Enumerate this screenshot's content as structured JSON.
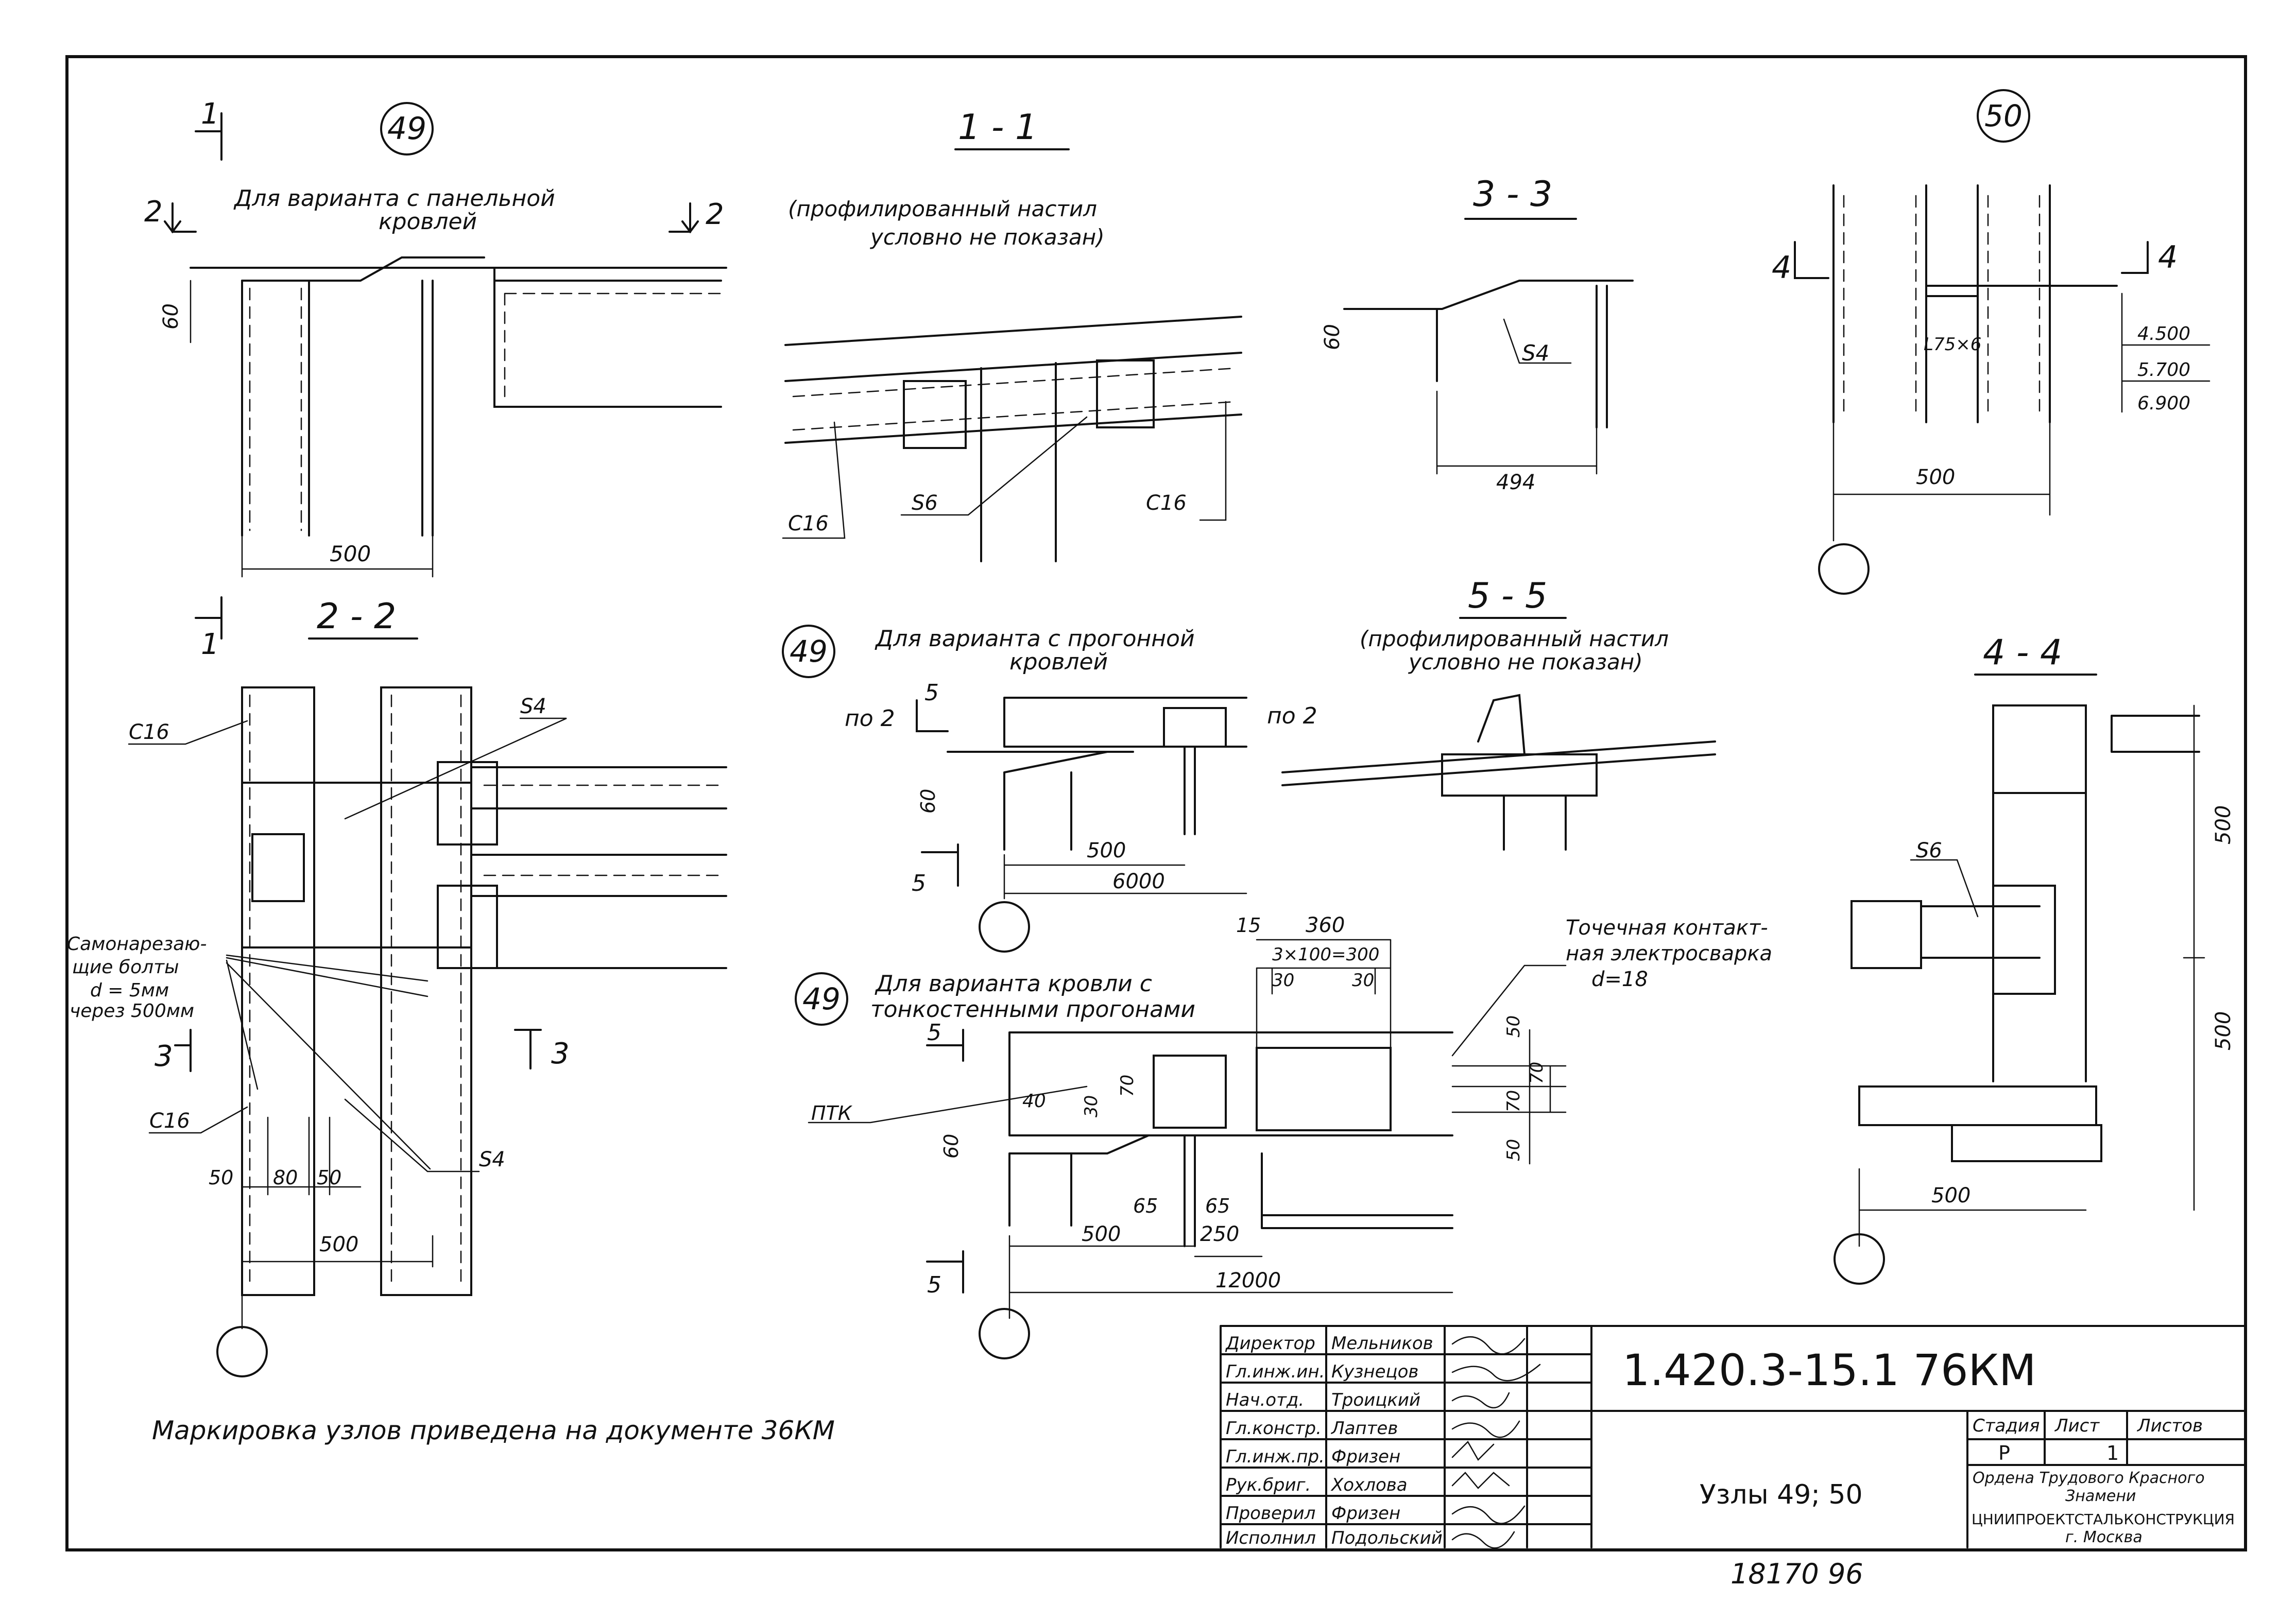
{
  "sheet": {
    "doc_code": "1.420.3-15.1  76КМ",
    "sheet_title": "Узлы 49; 50",
    "stage_header": "Стадия",
    "sheet_header": "Лист",
    "sheets_header": "Листов",
    "stage": "Р",
    "sheet_no": "1",
    "org_line1": "Ордена Трудового Красного",
    "org_line2": "Знамени",
    "org_name": "ЦНИИПРОЕКТСТАЛЬКОНСТРУКЦИЯ",
    "org_city": "г. Москва",
    "inventory_no": "18170   96",
    "footer_note": "Маркировка   узлов  приведена  на  документе  36КМ"
  },
  "signatures": [
    {
      "role": "Директор",
      "name": "Мельников"
    },
    {
      "role": "Гл.инж.ин.",
      "name": "Кузнецов"
    },
    {
      "role": "Нач.отд.",
      "name": "Троицкий"
    },
    {
      "role": "Гл.констр.",
      "name": "Лаптев"
    },
    {
      "role": "Гл.инж.пр.",
      "name": "Фризен"
    },
    {
      "role": "Рук.бриг.",
      "name": "Хохлова"
    },
    {
      "role": "Проверил",
      "name": "Фризен"
    },
    {
      "role": "Исполнил",
      "name": "Подольский"
    }
  ],
  "views": {
    "node49_top": {
      "node": "49",
      "caption1": "Для варианта с панельной",
      "caption2": "кровлей",
      "cut_1": "1",
      "cut_2a": "2",
      "cut_2b": "2",
      "dim_60": "60",
      "dim_500": "500"
    },
    "section_11": {
      "title": "1 - 1",
      "note1": "(профилированный  настил",
      "note2": "условно не показан)",
      "lbl_c16a": "С16",
      "lbl_s6": "S6",
      "lbl_c16b": "С16"
    },
    "section_33": {
      "title": "3 - 3",
      "dim_60": "60",
      "lbl_s4": "S4",
      "dim_494": "494"
    },
    "node50": {
      "node": "50",
      "cut_4a": "4",
      "cut_4b": "4",
      "lbl_angle": "L75×6",
      "elev1": "4.500",
      "elev2": "5.700",
      "elev3": "6.900",
      "dim_500": "500"
    },
    "section_22": {
      "title": "2 - 2",
      "cut_1": "1",
      "cut_3a": "3",
      "cut_3b": "3",
      "lbl_c16a": "С16",
      "lbl_c16b": "С16",
      "lbl_s4a": "S4",
      "lbl_s4b": "S4",
      "bolts1": "Самонарезаю-",
      "bolts2": "щие болты",
      "bolts3": "d = 5мм",
      "bolts4": "через 500мм",
      "dim_50a": "50",
      "dim_80": "80",
      "dim_50b": "50",
      "dim_500": "500"
    },
    "node49_purlin": {
      "node": "49",
      "caption1": "Для  варианта  с  прогонной",
      "caption2": "кровлей",
      "cut_a": "по 2",
      "cut_b": "по 2",
      "cut_5a": "5",
      "cut_5b": "5",
      "dim_60": "60",
      "dim_500": "500",
      "dim_6000": "6000"
    },
    "section_55": {
      "title": "5 - 5",
      "note1": "(профилированный  настил",
      "note2": "условно не показан)"
    },
    "section_44": {
      "title": "4 - 4",
      "lbl_s6": "S6",
      "dim_500a": "500",
      "dim_500b": "500",
      "dim_500c": "500"
    },
    "node49_thin": {
      "node": "49",
      "caption1": "Для варианта кровли с",
      "caption2": "тонкостенными прогонами",
      "cut_5a": "5",
      "cut_5b": "5",
      "lbl_ptk": "ПТК",
      "dim_15": "15",
      "dim_360": "360",
      "dim_3x100": "3×100=300",
      "dim_30a": "30",
      "dim_30b": "30",
      "dim_40": "40",
      "dim_30c": "30",
      "dim_70a": "70",
      "dim_60": "60",
      "dim_50a": "50",
      "dim_70b": "70",
      "dim_70c": "70",
      "dim_50b": "50",
      "dim_65a": "65",
      "dim_65b": "65",
      "dim_500": "500",
      "dim_250": "250",
      "dim_12000": "12000",
      "weld1": "Точечная контакт-",
      "weld2": "ная электросварка",
      "weld3": "d=18"
    }
  }
}
